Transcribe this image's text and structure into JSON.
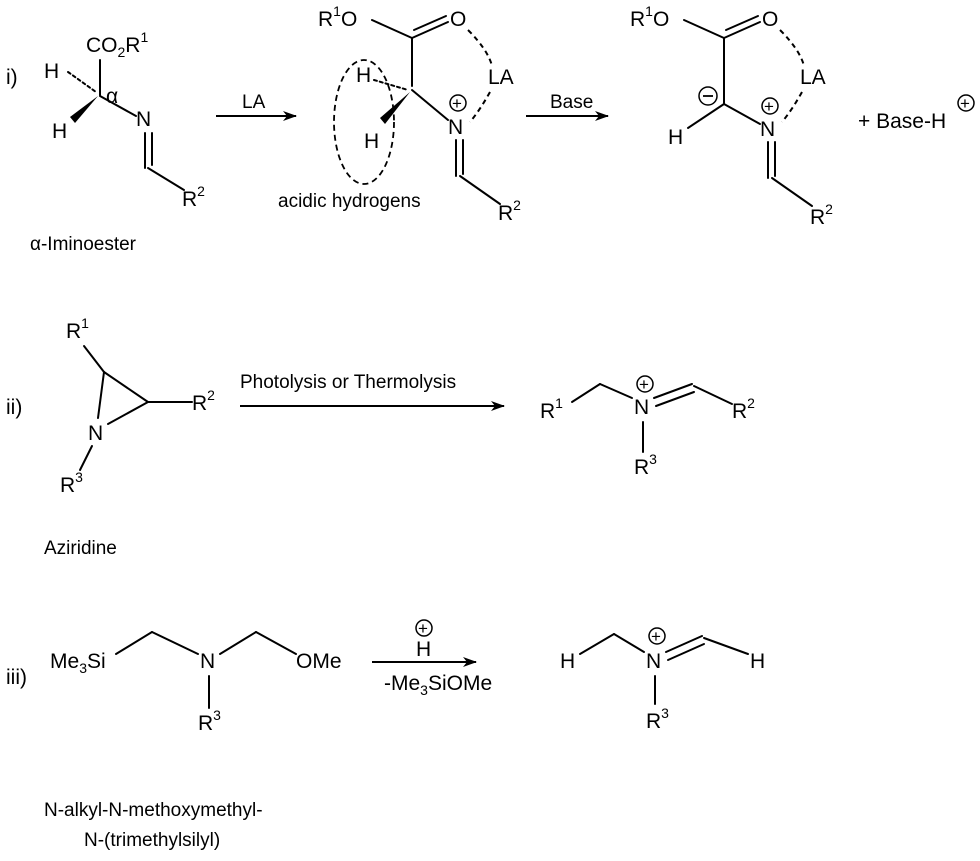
{
  "scheme_i": {
    "label": "i)",
    "start_caption": "α-Iminoester",
    "arrow1_label": "LA",
    "arrow2_label": "Base",
    "ellipse_caption": "acidic hydrogens",
    "byproduct": "+ Base-H"
  },
  "scheme_ii": {
    "label": "ii)",
    "start_caption": "Aziridine",
    "arrow_label": "Photolysis or Thermolysis"
  },
  "scheme_iii": {
    "label": "iii)",
    "start_caption_line1": "N-alkyl-N-methoxymethyl-",
    "start_caption_line2": "N-(trimethylsilyl)",
    "arrow_reagent": "H",
    "arrow_byproduct": "-Me3SiOMe"
  }
}
